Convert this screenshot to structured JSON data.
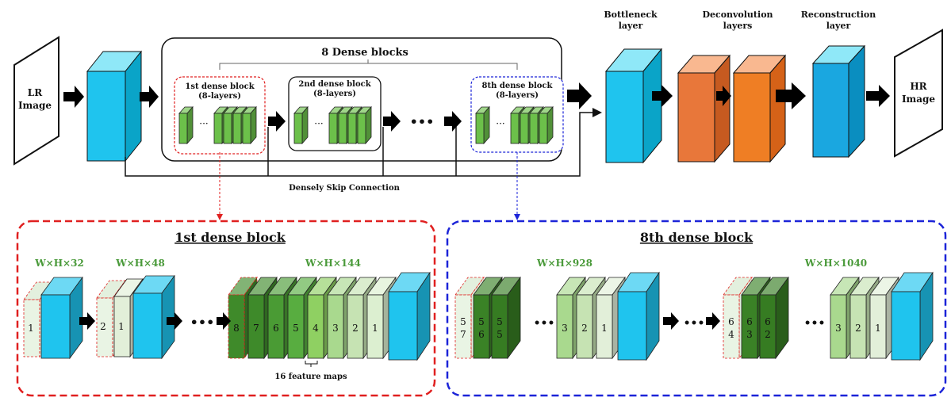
{
  "top": {
    "lr_image": [
      "LR",
      "Image"
    ],
    "hr_image": [
      "HR",
      "Image"
    ],
    "group_title": "8 Dense blocks",
    "blocks": [
      {
        "title": "1st dense block",
        "sub": "(8-layers)"
      },
      {
        "title": "2nd dense block",
        "sub": "(8-layers)"
      },
      {
        "title": "8th dense block",
        "sub": "(8-layers)"
      }
    ],
    "ellipsis": "•••",
    "small_ellipsis": "···",
    "skip_label": "Densely Skip Connection",
    "bottleneck": [
      "Bottleneck",
      "layer"
    ],
    "deconv": [
      "Deconvolution",
      "layers"
    ],
    "recon": [
      "Reconstruction",
      "layer"
    ]
  },
  "detail_left": {
    "title": "1st dense block",
    "dims": [
      "W×H×32",
      "W×H×48",
      "W×H×144"
    ],
    "labels_a": [
      "1"
    ],
    "labels_b": [
      "2",
      "1"
    ],
    "labels_c": [
      "8",
      "7",
      "6",
      "5",
      "4",
      "3",
      "2",
      "1"
    ],
    "feature_maps": "16 feature maps"
  },
  "detail_right": {
    "title": "8th dense block",
    "dims": [
      "W×H×928",
      "W×H×1040"
    ],
    "group1_stack": [
      [
        "5",
        "7"
      ],
      [
        "5",
        "6"
      ],
      [
        "5",
        "5"
      ]
    ],
    "group1_tail": [
      "3",
      "2",
      "1"
    ],
    "group2_stack": [
      [
        "6",
        "4"
      ],
      [
        "6",
        "3"
      ],
      [
        "6",
        "2"
      ]
    ],
    "group2_tail": [
      "3",
      "2",
      "1"
    ]
  },
  "colors": {
    "cyan": "#1fc4ee",
    "orange": "#e8773a",
    "red_dash": "#e02020",
    "blue_dash": "#1c24d8",
    "green_label": "#4a9a3a"
  }
}
